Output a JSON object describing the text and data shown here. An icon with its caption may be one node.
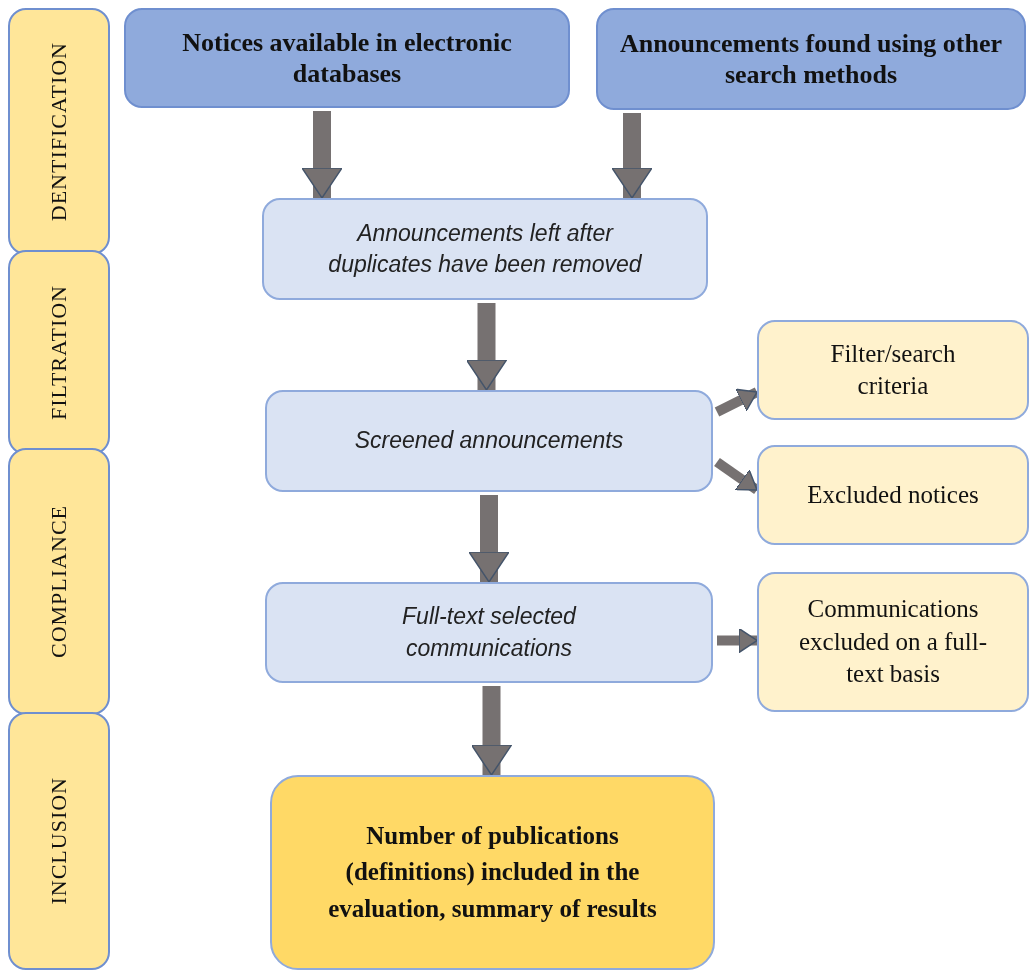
{
  "diagram": {
    "nodes": [
      {
        "text": [
          "DENTIFICATION"
        ]
      },
      {
        "text": [
          "FILTRATION"
        ]
      },
      {
        "text": [
          "COMPLIANCE"
        ]
      },
      {
        "text": [
          "INCLUSION"
        ]
      },
      {
        "text": [
          "Notices available in electronic databases"
        ]
      },
      {
        "text": [
          "Announcements found using other search methods"
        ]
      },
      {
        "text": [
          "Announcements left after duplicates have been removed"
        ]
      },
      {
        "text": [
          "Screened announcements"
        ]
      },
      {
        "text": [
          "Filter/search criteria"
        ]
      },
      {
        "text": [
          "Excluded notices"
        ]
      },
      {
        "text": [
          "Full-text selected communications"
        ]
      },
      {
        "text": [
          "Communications excluded on a full-text basis"
        ]
      },
      {
        "text": [
          "Number of publications (definitions) included in the evaluation, summary of results"
        ]
      }
    ],
    "edges": [
      {
        "from": 4,
        "to": 6,
        "arrow": "to"
      },
      {
        "from": 5,
        "to": 6,
        "arrow": "to"
      },
      {
        "from": 6,
        "to": 7,
        "arrow": "to"
      },
      {
        "from": 7,
        "to": 8,
        "arrow": "to"
      },
      {
        "from": 7,
        "to": 9,
        "arrow": "to"
      },
      {
        "from": 7,
        "to": 10,
        "arrow": "to"
      },
      {
        "from": 10,
        "to": 11,
        "arrow": "to"
      },
      {
        "from": 10,
        "to": 12,
        "arrow": "to"
      }
    ]
  }
}
